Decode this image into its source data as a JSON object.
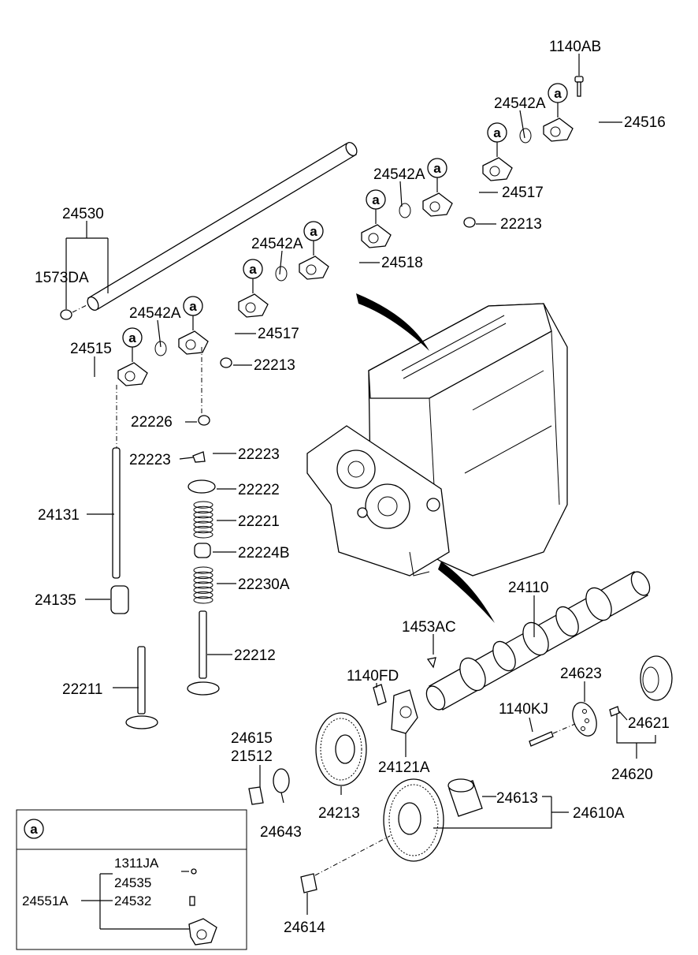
{
  "callout_letter": "a",
  "legend": {
    "marker": "a",
    "labels": [
      "1311JA",
      "24535",
      "24551A",
      "24532"
    ]
  },
  "part_labels": [
    "1140AB",
    "24542A",
    "24516",
    "24542A",
    "24517",
    "22213",
    "24530",
    "24542A",
    "24518",
    "1573DA",
    "24542A",
    "24517",
    "24515",
    "22213",
    "22226",
    "22223",
    "22223",
    "22222",
    "24131",
    "22221",
    "22224B",
    "22230A",
    "24135",
    "24110",
    "1453AC",
    "22212",
    "22211",
    "1140FD",
    "24623",
    "1140KJ",
    "24621",
    "24121A",
    "24615",
    "21512",
    "24620",
    "24613",
    "24610A",
    "24213",
    "24643",
    "24614"
  ]
}
